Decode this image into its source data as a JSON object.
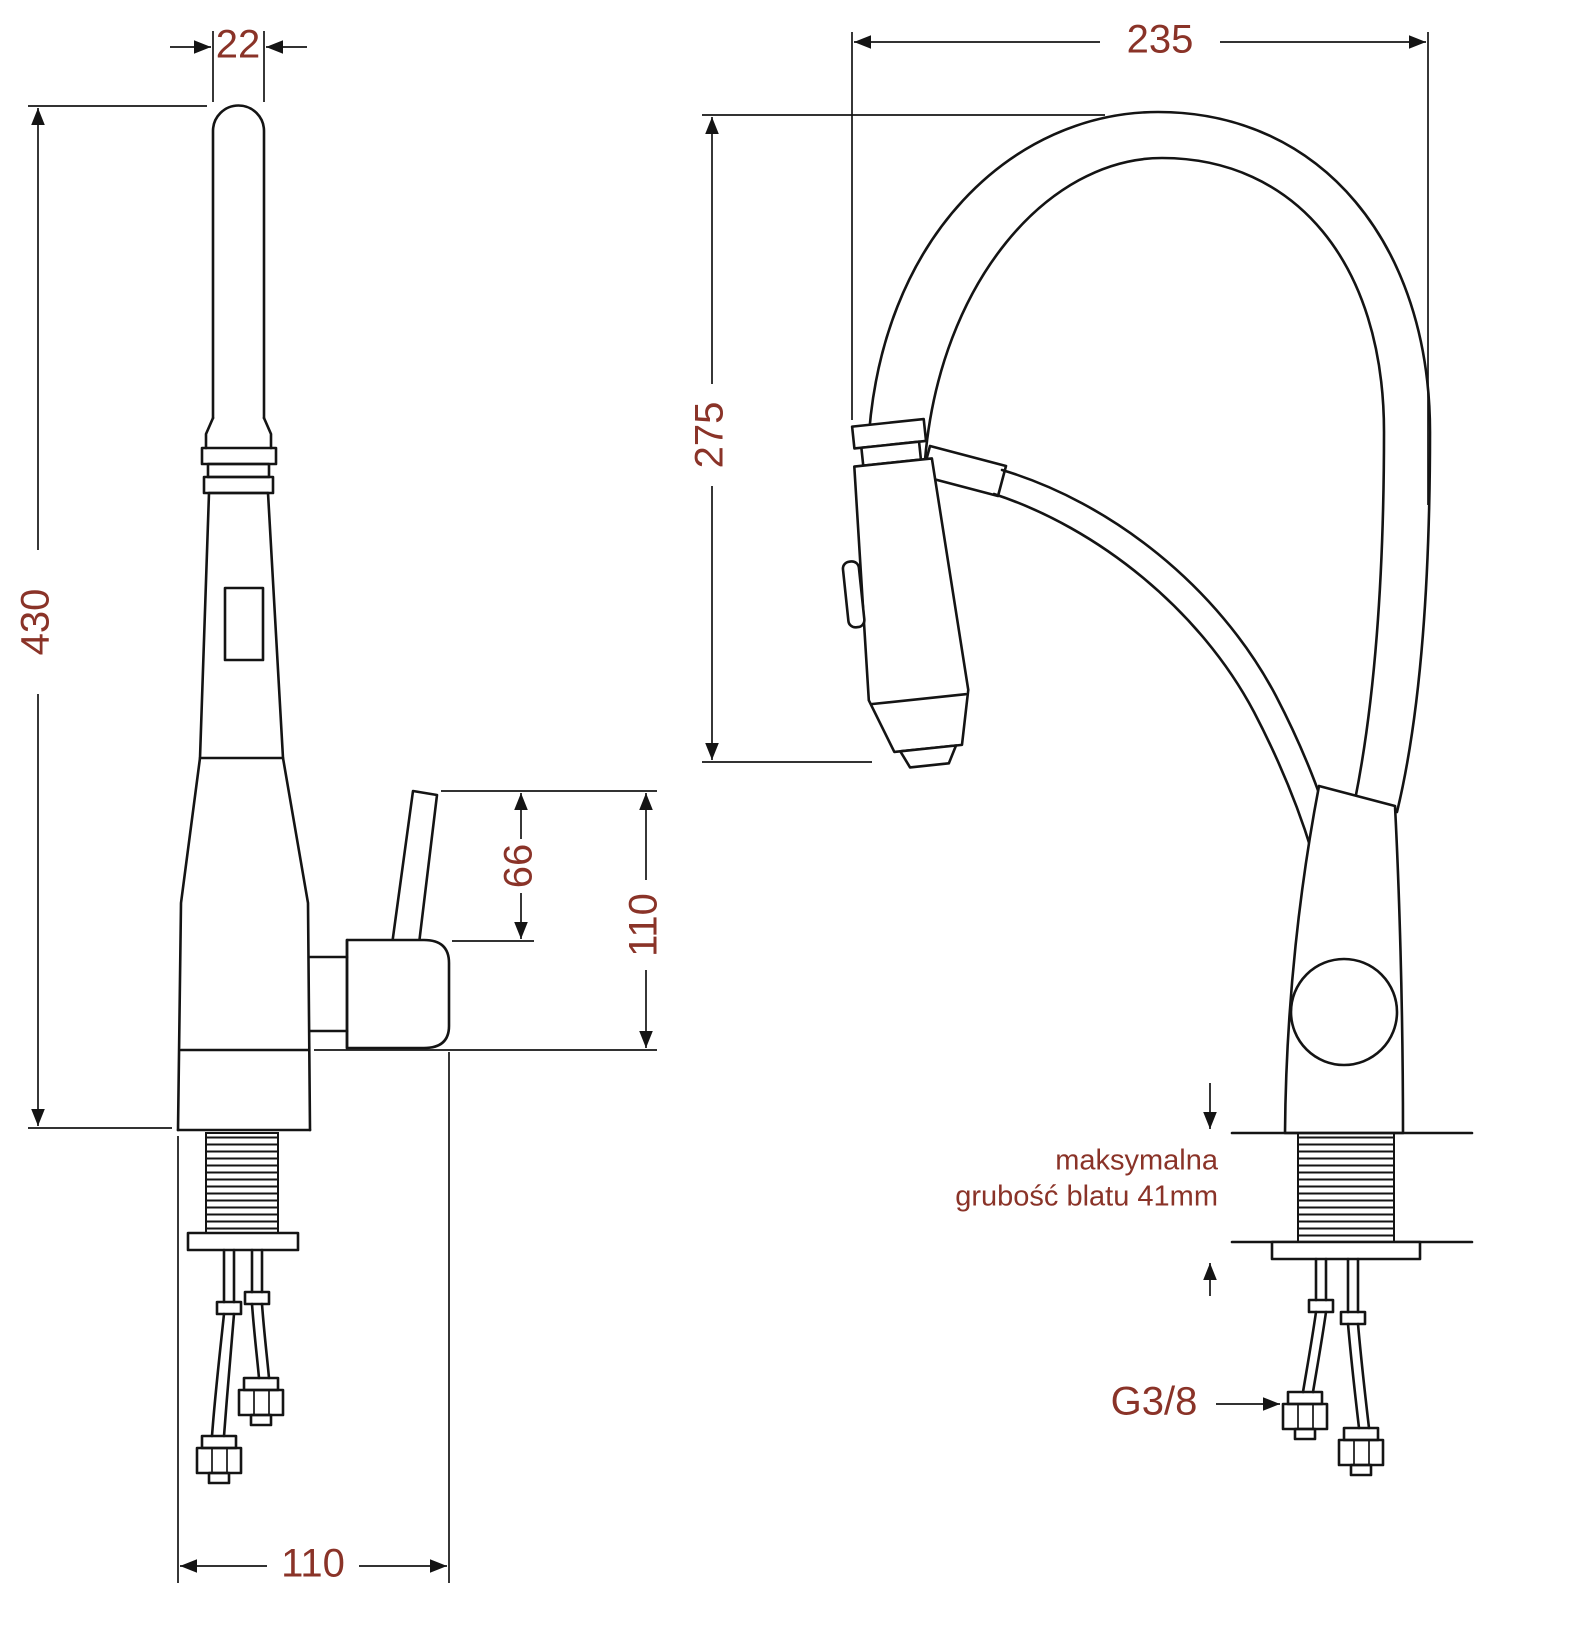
{
  "colors": {
    "background": "#ffffff",
    "line": "#141414",
    "dimension_text": "#8a3328"
  },
  "side_view": {
    "dimensions": {
      "spout_diameter": "22",
      "total_height": "430",
      "handle_height": "66",
      "body_depth": "110",
      "base_depth": "110"
    }
  },
  "front_view": {
    "dimensions": {
      "spout_reach": "235",
      "spout_height": "275"
    },
    "labels": {
      "counter_note_line1": "maksymalna",
      "counter_note_line2": "grubość blatu 41mm",
      "connection_thread": "G3/8"
    }
  }
}
